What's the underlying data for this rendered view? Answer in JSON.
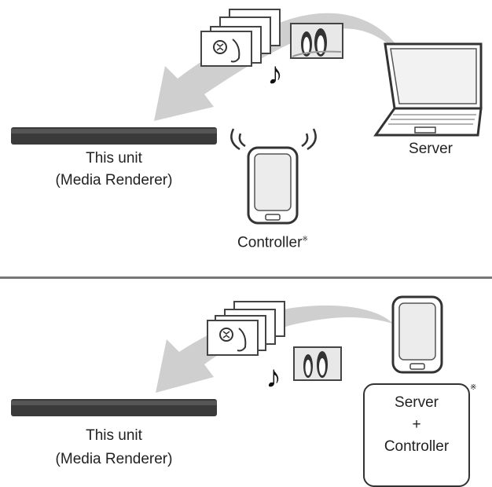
{
  "top": {
    "unit_line1": "This unit",
    "unit_line2": "(Media Renderer)",
    "server": "Server",
    "controller": "Controller",
    "controller_mark": "※"
  },
  "bottom": {
    "unit_line1": "This unit",
    "unit_line2": "(Media Renderer)",
    "combo_line1": "Server",
    "combo_plus": "+",
    "combo_line2": "Controller",
    "combo_mark": "※"
  },
  "icons": {
    "music_note": "♪",
    "wave": ")))"
  }
}
